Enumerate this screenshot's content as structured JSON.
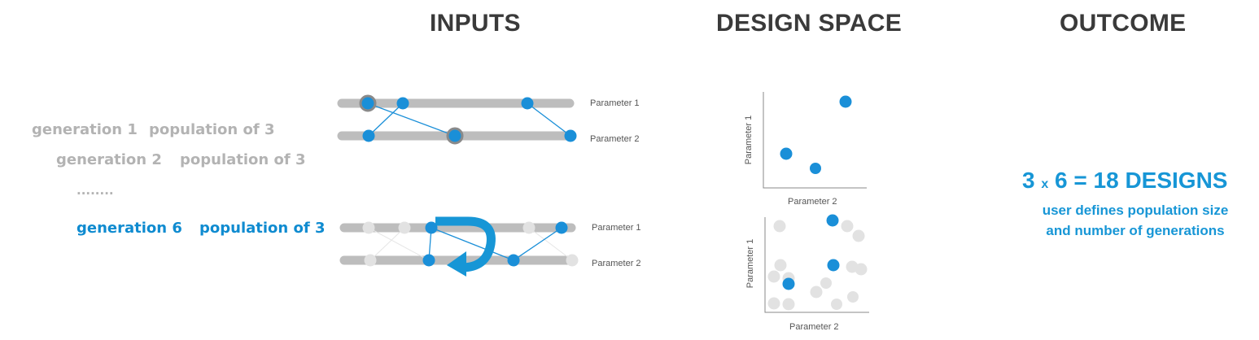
{
  "headings": {
    "inputs": "INPUTS",
    "design_space": "DESIGN SPACE",
    "outcome": "OUTCOME"
  },
  "generations": [
    {
      "generation": "generation 1",
      "population": "population of 3"
    },
    {
      "generation": "generation 2",
      "population": "population of 3"
    },
    {
      "ellipsis": "........"
    },
    {
      "generation": "generation 6",
      "population": "population of 3"
    }
  ],
  "inputs": {
    "top_diagram": {
      "param1_label": "Parameter 1",
      "param2_label": "Parameter 2"
    },
    "bottom_diagram": {
      "param1_label": "Parameter 1",
      "param2_label": "Parameter 2"
    }
  },
  "design_space": {
    "top_plot": {
      "x_label": "Parameter 2",
      "y_label": "Parameter 1"
    },
    "bottom_plot": {
      "x_label": "Parameter 2",
      "y_label": "Parameter 1"
    }
  },
  "outcome": {
    "count_a": "3",
    "times": "x",
    "count_b": "6 = 18 DESIGNS",
    "subtitle_line1": "user defines population size",
    "subtitle_line2": "and number of generations"
  },
  "colors": {
    "accent_blue": "#1a8fd8",
    "bar_gray": "#bdbdbd",
    "faded_point": "#e2e2e2",
    "text_gray": "#b3b3b3",
    "heading": "#3a3a3a"
  }
}
